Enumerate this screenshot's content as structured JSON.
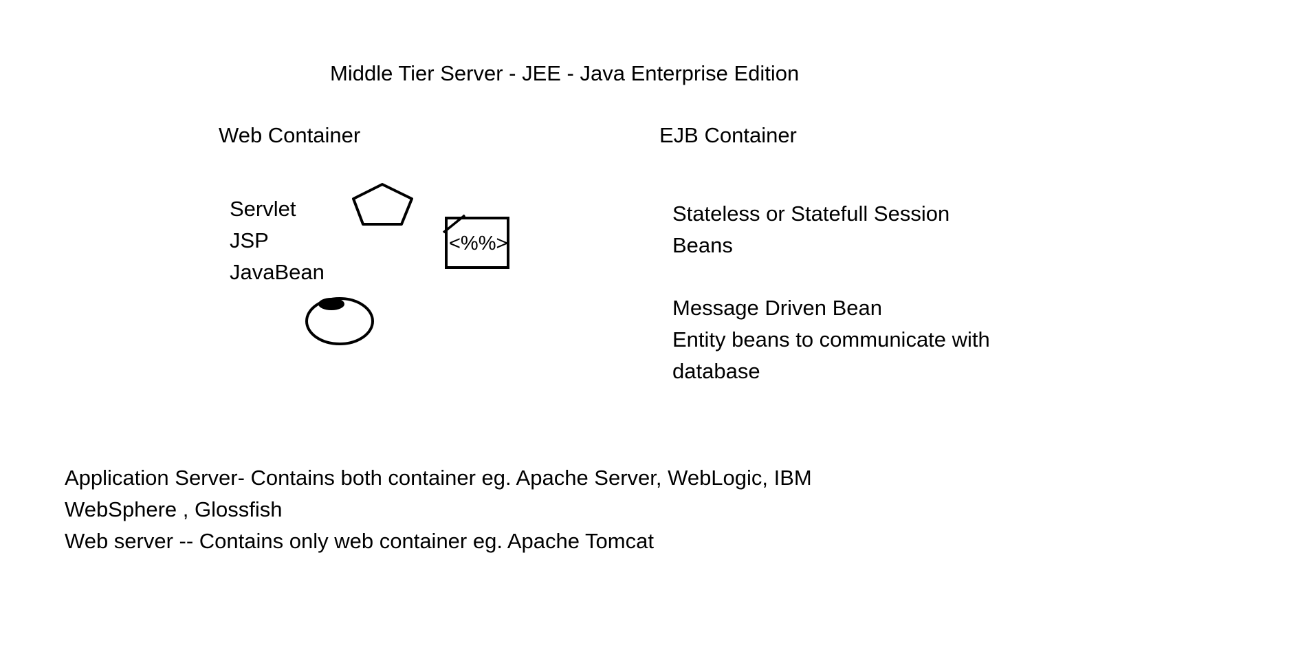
{
  "title": "Middle Tier Server - JEE - Java Enterprise Edition",
  "web_container": {
    "heading": "Web Container",
    "items": [
      "Servlet",
      "JSP",
      "JavaBean"
    ],
    "jsp_icon_text": "<%%>"
  },
  "ejb_container": {
    "heading": "EJB Container",
    "session_beans": [
      "Stateless or Statefull Session",
      "Beans"
    ],
    "other_beans": [
      "Message Driven Bean",
      "Entity beans to communicate with",
      "database"
    ]
  },
  "notes": [
    "Application Server- Contains both container eg. Apache Server, WebLogic, IBM",
    "WebSphere , Glossfish",
    "Web server -- Contains only web container eg. Apache Tomcat"
  ]
}
